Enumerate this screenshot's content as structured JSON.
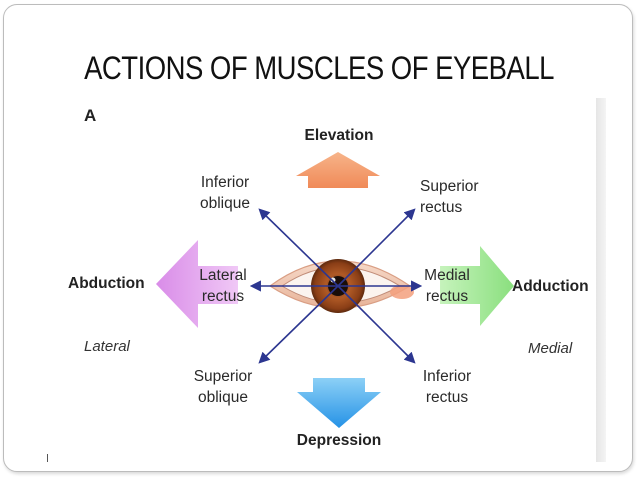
{
  "title": "ACTIONS OF MUSCLES OF EYEBALL",
  "panel_label": "A",
  "actions": {
    "up": "Elevation",
    "down": "Depression",
    "left": "Abduction",
    "right": "Adduction"
  },
  "muscles": {
    "upper_left": [
      "Inferior",
      "oblique"
    ],
    "upper_right": [
      "Superior",
      "rectus"
    ],
    "middle_left": [
      "Lateral",
      "rectus"
    ],
    "middle_right": [
      "Medial",
      "rectus"
    ],
    "lower_left": [
      "Superior",
      "oblique"
    ],
    "lower_right": [
      "Inferior",
      "rectus"
    ]
  },
  "sides": {
    "left": "Lateral",
    "right": "Medial"
  },
  "colors": {
    "elevation_arrow": "#f4a070",
    "depression_arrow": "#3fa8ee",
    "abduction_arrow": "#e2a2ee",
    "adduction_arrow": "#a6ea9a",
    "direction_lines": "#2c3690",
    "iris": "#9a4a1f",
    "pupil": "#1a0d08"
  }
}
